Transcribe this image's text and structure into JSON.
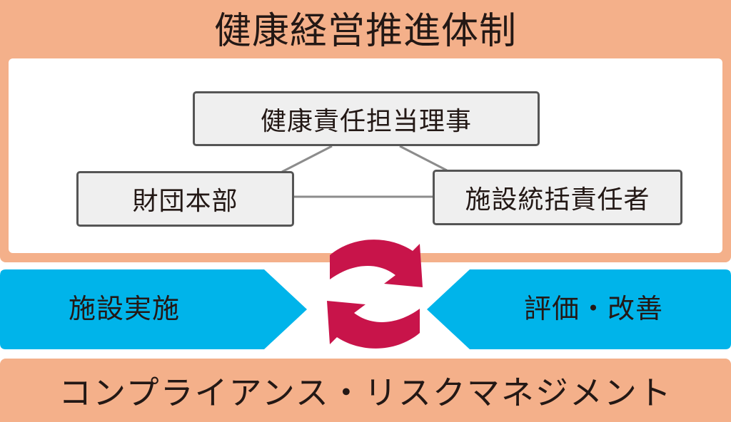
{
  "title": "健康経営推進体制",
  "org_chart": {
    "top": "健康責任担当理事",
    "left": "財団本部",
    "right": "施設統括責任者"
  },
  "cycle": {
    "left_label": "施設実施",
    "right_label": "評価・改善",
    "icon": "cycle-arrows-icon"
  },
  "footer": "コンプライアンス・リスクマネジメント",
  "colors": {
    "panel": "#F4B08A",
    "flow": "#00B4EA",
    "cycle_arrows": "#C8144A",
    "box_fill": "#EFEFEF",
    "box_border": "#555555"
  }
}
